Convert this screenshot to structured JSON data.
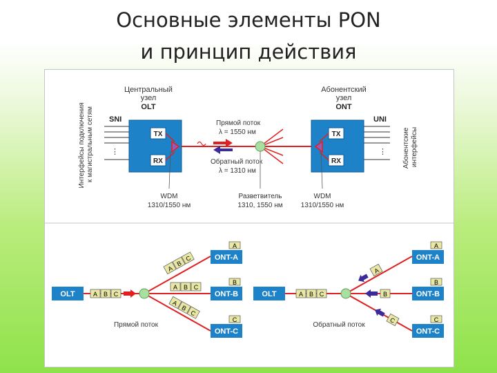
{
  "title": {
    "line1": "Основные элементы PON",
    "line2": "и принцип действия"
  },
  "top_diagram": {
    "side_label_left": [
      "Интерфейсы подключения",
      "к магистральным сетям"
    ],
    "side_label_right": [
      "Абонентские",
      "интерфейсы"
    ],
    "olt": {
      "caption": [
        "Центральный",
        "узел",
        "OLT"
      ],
      "port": "SNI",
      "tx": "TX",
      "rx": "RX",
      "wdm": [
        "WDM",
        "1310/1550 нм"
      ]
    },
    "ont": {
      "caption": [
        "Абонентский",
        "узел",
        "ONT"
      ],
      "port": "UNI",
      "tx": "TX",
      "rx": "RX",
      "wdm": [
        "WDM",
        "1310/1550 нм"
      ]
    },
    "downstream": [
      "Прямой поток",
      "λ = 1550 нм"
    ],
    "upstream": [
      "Обратный поток",
      "λ = 1310 нм"
    ],
    "splitter": [
      "Разветвитель",
      "1310, 1550 нм"
    ]
  },
  "bottom_left": {
    "olt": "OLT",
    "packets": [
      "A",
      "B",
      "C"
    ],
    "onts": [
      {
        "label": "ONT-A",
        "tag": "A",
        "pkts": [
          "A",
          "B",
          "C"
        ]
      },
      {
        "label": "ONT-B",
        "tag": "B",
        "pkts": [
          "A",
          "B",
          "C"
        ]
      },
      {
        "label": "ONT-C",
        "tag": "C",
        "pkts": [
          "A",
          "B",
          "C"
        ]
      }
    ],
    "caption": "Прямой поток"
  },
  "bottom_right": {
    "olt": "OLT",
    "packets": [
      "A",
      "B",
      "C"
    ],
    "onts": [
      {
        "label": "ONT-A",
        "tag": "A",
        "pkt": "A"
      },
      {
        "label": "ONT-B",
        "tag": "B",
        "pkt": "B"
      },
      {
        "label": "ONT-C",
        "tag": "C",
        "pkt": "C"
      }
    ],
    "caption": "Обратный поток"
  },
  "colors": {
    "node": "#1e82c8",
    "fiber": "#e02020",
    "packet": "#e8e8a4",
    "splitter": "#a9dfa0",
    "arrow_down": "#e02020",
    "arrow_up": "#3a2a9a"
  }
}
